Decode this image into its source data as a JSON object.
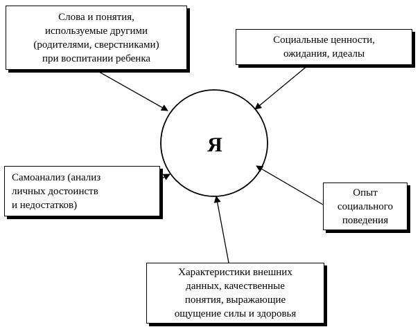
{
  "center": {
    "label": "Я"
  },
  "sources": {
    "words": {
      "lines": [
        "Слова и понятия,",
        "используемые другими",
        "(родителями, сверстниками)",
        "при воспитании ребенка"
      ]
    },
    "values": {
      "lines": [
        "Социальные ценности,",
        "ожидания, идеалы"
      ]
    },
    "self_analysis": {
      "lines": [
        "Самоанализ (анализ",
        "личных достоинств",
        "и недостатков)"
      ]
    },
    "experience": {
      "lines": [
        "Опыт",
        "социального",
        "поведения"
      ]
    },
    "traits": {
      "lines": [
        "Характеристики внешних",
        "данных, качественные",
        "понятия, выражающие",
        "ощущение силы и здоровья"
      ]
    }
  },
  "colors": {
    "line": "#000000",
    "background": "#ffffff"
  }
}
